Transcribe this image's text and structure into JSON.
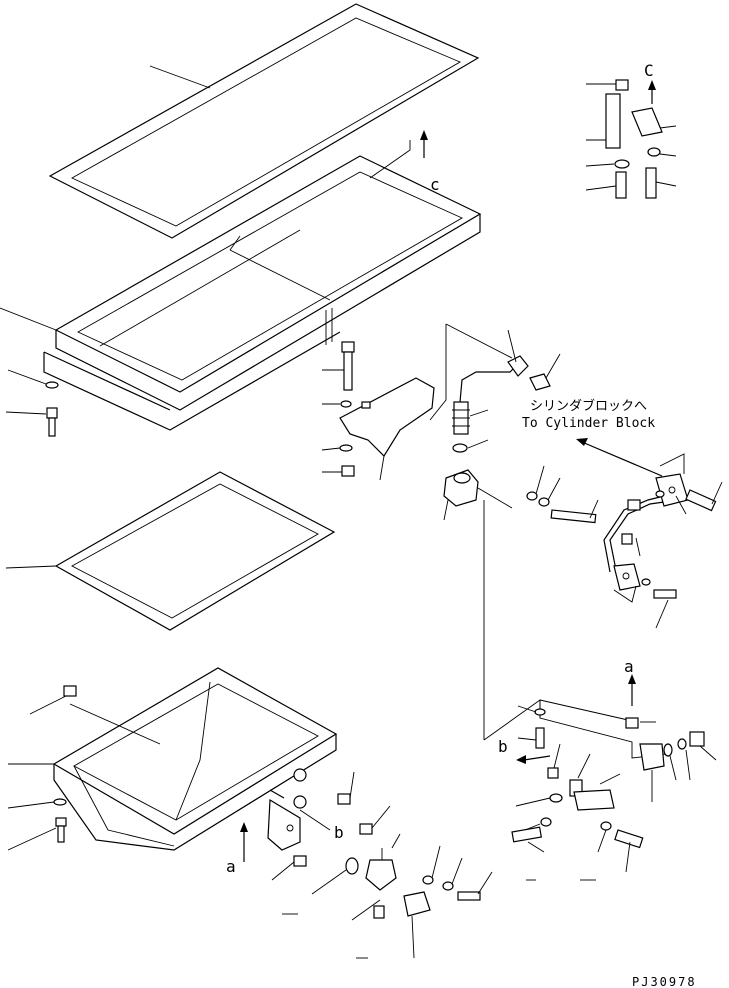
{
  "labels": {
    "view_c_top": "C",
    "view_c_mid": "c",
    "view_a_right": "a",
    "view_a_left": "a",
    "view_b_right": "b",
    "view_b_left": "b",
    "note_jp": "シリンダブロックへ",
    "note_en": "To Cylinder Block",
    "drawing_code": "PJ30978"
  }
}
